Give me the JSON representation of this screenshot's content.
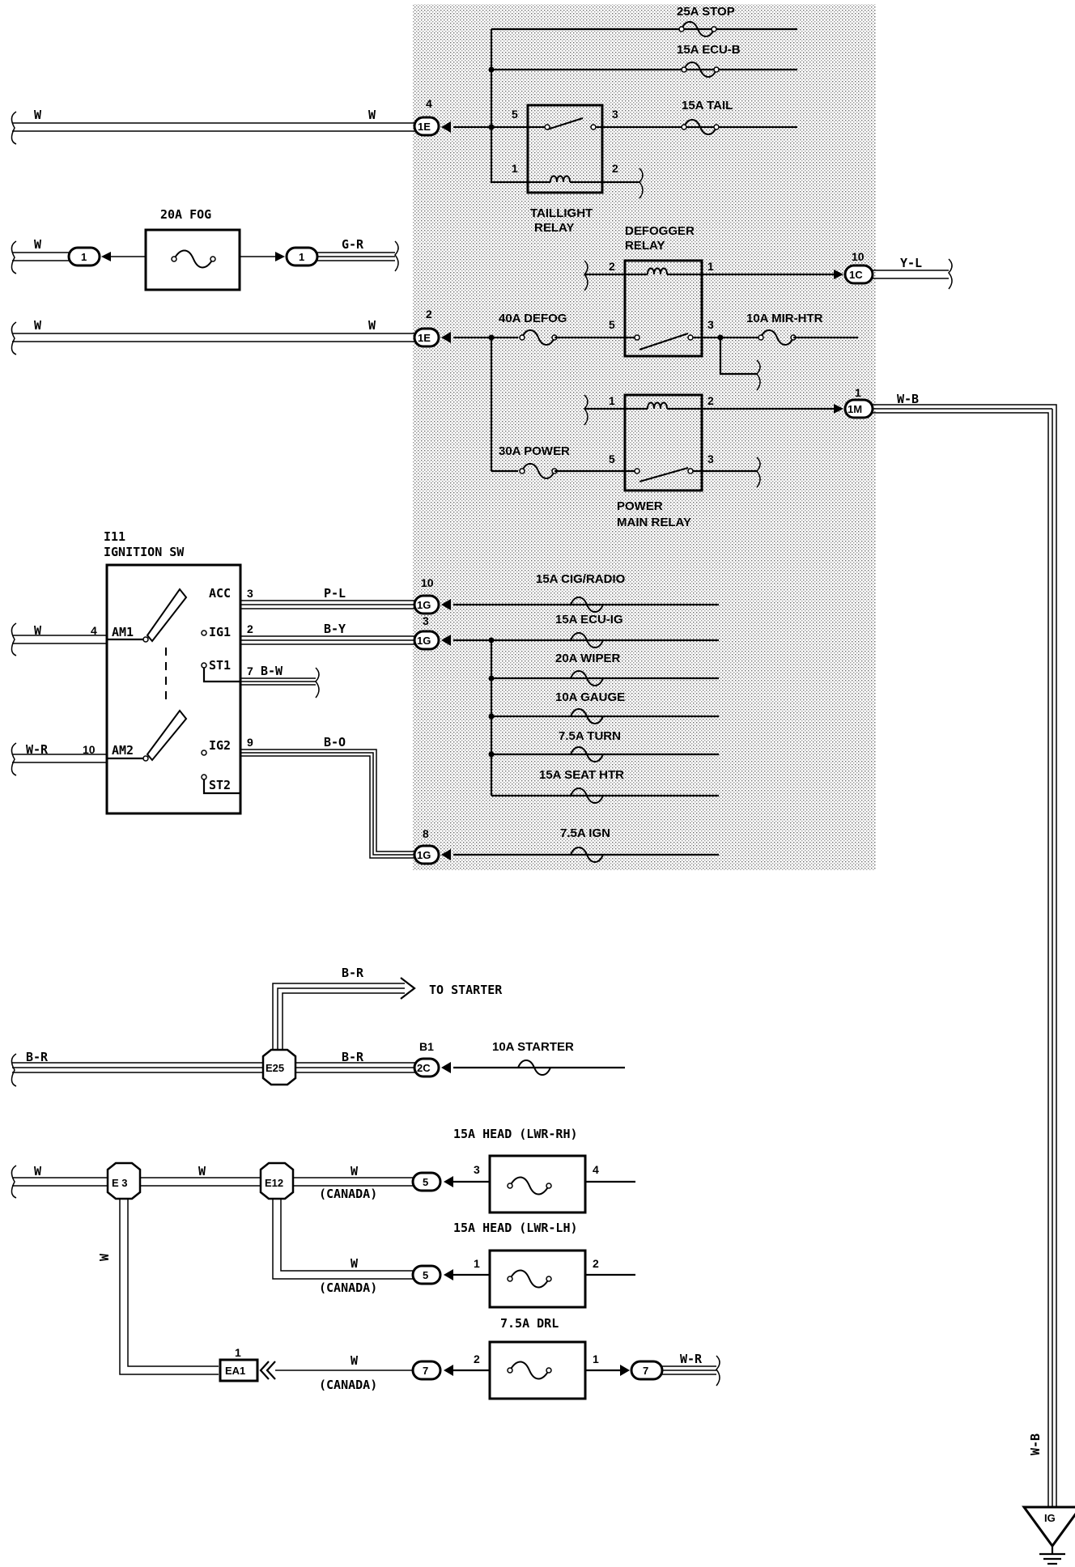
{
  "labels": {
    "fuse_25a_stop": "25A STOP",
    "fuse_15a_ecub": "15A ECU-B",
    "fuse_15a_tail": "15A TAIL",
    "taillight_relay_1": "TAILLIGHT",
    "taillight_relay_2": "RELAY",
    "fuse_20a_fog": "20A FOG",
    "defogger_relay_1": "DEFOGGER",
    "defogger_relay_2": "RELAY",
    "fuse_40a_defog": "40A DEFOG",
    "fuse_10a_mirhtr": "10A MIR-HTR",
    "fuse_30a_power": "30A POWER",
    "power_main_relay_1": "POWER",
    "power_main_relay_2": "MAIN RELAY",
    "ign_sw_code": "I11",
    "ign_sw_name": "IGNITION SW",
    "fuse_15a_cigradio": "15A CIG/RADIO",
    "fuse_15a_ecuig": "15A ECU-IG",
    "fuse_20a_wiper": "20A WIPER",
    "fuse_10a_gauge": "10A GAUGE",
    "fuse_75a_turn": "7.5A TURN",
    "fuse_15a_seathtr": "15A SEAT HTR",
    "fuse_75a_ign": "7.5A IGN",
    "to_starter": "TO STARTER",
    "fuse_10a_starter": "10A STARTER",
    "fuse_15a_head_rh": "15A HEAD (LWR-RH)",
    "fuse_15a_head_lh": "15A HEAD (LWR-LH)",
    "fuse_75a_drl": "7.5A DRL",
    "canada_1": "(CANADA)",
    "canada_2": "(CANADA)",
    "canada_3": "(CANADA)"
  },
  "wires": {
    "w_1": "W",
    "w_2": "W",
    "w_3": "W",
    "w_4": "W",
    "w_5": "W",
    "w_6": "W",
    "w_7": "W",
    "w_8": "W",
    "w_9": "W",
    "w_10": "W",
    "w_11": "W",
    "gr": "G-R",
    "yl": "Y-L",
    "wb_1": "W-B",
    "wb_2": "W-B",
    "pl": "P-L",
    "by": "B-Y",
    "bw": "B-W",
    "wr_1": "W-R",
    "wr_2": "W-R",
    "bo": "B-O",
    "br_1": "B-R",
    "br_2": "B-R",
    "br_3": "B-R"
  },
  "pins": {
    "p4a": "4",
    "p5a": "5",
    "p3a": "3",
    "p1a": "1",
    "p2a": "2",
    "p2b": "2",
    "p1b": "1",
    "p10a": "10",
    "p2c": "2",
    "p5b": "5",
    "p3b": "3",
    "p1c": "1",
    "p2d": "2",
    "p1d": "1",
    "p5c": "5",
    "p3c": "3",
    "acc_pin": "3",
    "ig1_pin": "2",
    "st1_pin": "7",
    "am1_pin": "4",
    "am2_pin": "10",
    "ig2_pin": "9",
    "p10b": "10",
    "p3d": "3",
    "p8": "8",
    "b1": "B1",
    "rh3": "3",
    "rh4": "4",
    "lh1": "1",
    "lh2": "2",
    "drl2": "2",
    "drl1": "1",
    "ea1_pin": "1"
  },
  "switch_terms": {
    "acc": "ACC",
    "ig1": "IG1",
    "st1": "ST1",
    "am1": "AM1",
    "am2": "AM2",
    "ig2": "IG2",
    "st2": "ST2"
  },
  "connectors": {
    "c1e_a": "1E",
    "c1_l": "1",
    "c1_r": "1",
    "c1c": "1C",
    "c1e_b": "1E",
    "c1m": "1M",
    "c1g_a": "1G",
    "c1g_b": "1G",
    "c1g_c": "1G",
    "e25": "E25",
    "c2c": "2C",
    "e3": "E 3",
    "e12": "E12",
    "c5a": "5",
    "c5b": "5",
    "c7a": "7",
    "c7b": "7",
    "ea1": "EA1",
    "ground": "IG"
  },
  "colors": {
    "ink": "#000000",
    "paper": "#ffffff",
    "shade": "#d8d8d8"
  }
}
